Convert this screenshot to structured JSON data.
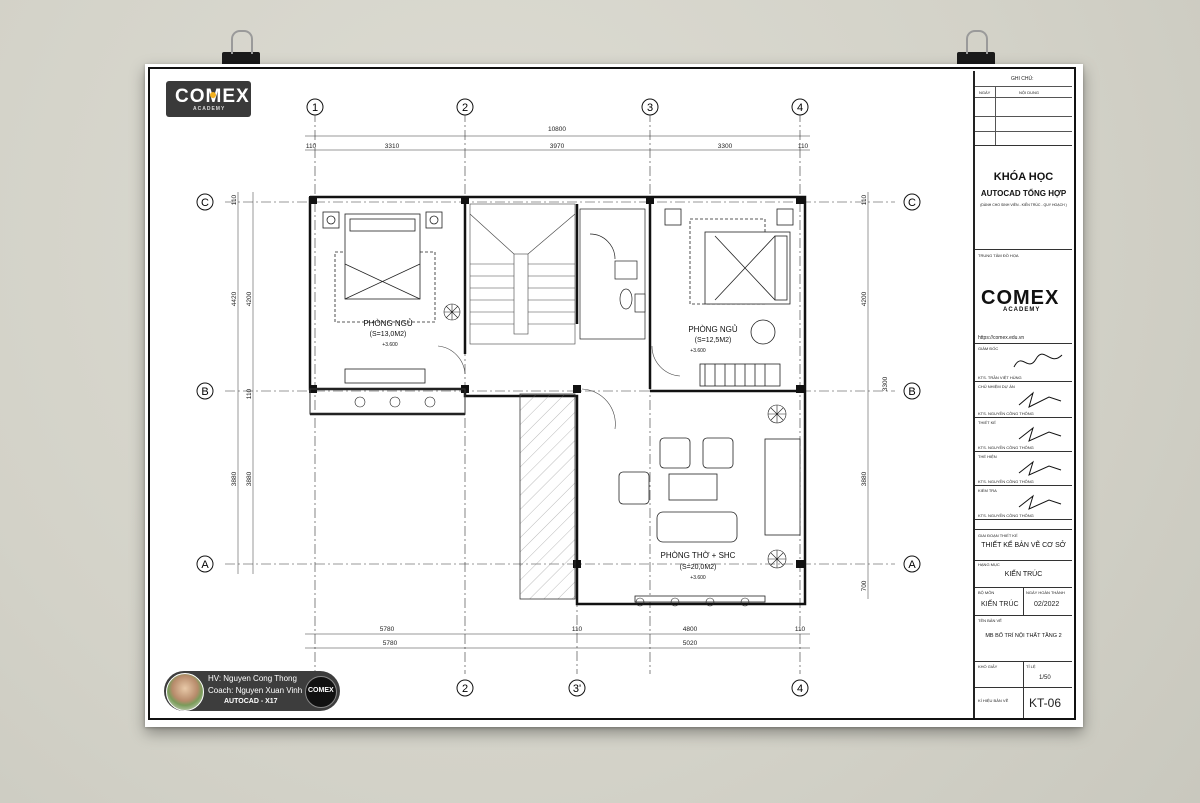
{
  "brand": {
    "logo_text": "COMEX",
    "logo_sub": "ACADEMY"
  },
  "grid": {
    "top_labels": [
      "1",
      "2",
      "3",
      "4"
    ],
    "bottom_labels": [
      "2",
      "3'",
      "4"
    ],
    "side_labels": [
      "C",
      "B",
      "A"
    ]
  },
  "dimensions": {
    "top_total": "10800",
    "top_segments": [
      "110",
      "3310",
      "3970",
      "3300",
      "110"
    ],
    "left_outer": [
      "110",
      "4420",
      "3880"
    ],
    "left_inner": [
      "4200",
      "110",
      "3880"
    ],
    "right_outer": [
      "110",
      "4200",
      "3300",
      "3880",
      "700"
    ],
    "bottom_row1": [
      "5780",
      "110",
      "4800",
      "110"
    ],
    "bottom_row2": [
      "5780",
      "5020"
    ]
  },
  "rooms": [
    {
      "name": "PHÒNG NGỦ",
      "area": "(S=13,0M2)",
      "level": "+3.600"
    },
    {
      "name": "PHÒNG NGỦ",
      "area": "(S=12,5M2)",
      "level": "+3.600"
    },
    {
      "name": "PHÒNG THỜ + SHC",
      "area": "(S=20,0M2)",
      "level": "+3.600"
    }
  ],
  "student_badge": {
    "line1": "HV: Nguyen Cong Thong",
    "line2": "Coach: Nguyen Xuan Vinh",
    "line3": "AUTOCAD - X17"
  },
  "title_block": {
    "notes_heading": "GHI CHÚ:",
    "notes_col_date": "NGÀY",
    "notes_col_content": "NỘI DUNG",
    "course_title": "KHÓA HỌC",
    "course_subtitle": "AUTOCAD TỔNG HỢP",
    "course_tagline": "(DÀNH CHO SINH VIÊN - KIẾN TRÚC - QUY HOẠCH )",
    "center_label": "TRUNG TÂM ĐỒ HỌA",
    "website": "https://comex.edu.vn",
    "director_label": "GIÁM ĐỐC",
    "director_name": "KTS. TRẦN VIỆT HÙNG",
    "project_lead_label": "CHỦ NHIỆM DỰ ÁN",
    "designer_label": "THIẾT KẾ",
    "drafter_label": "THỂ HIỆN",
    "checker_label": "KIỂM TRA",
    "signer_name": "KTS. NGUYỄN CÔNG THÔNG",
    "phase_label": "GIAI ĐOẠN THIẾT KẾ",
    "phase_value": "THIẾT KẾ BẢN VẼ CƠ SỞ",
    "category_label": "HẠNG MỤC",
    "category_value": "KIẾN TRÚC",
    "dept_label": "BỘ MÔN",
    "dept_value": "KIẾN TRÚC",
    "date_label": "NGÀY HOÀN THÀNH",
    "date_value": "02/2022",
    "drawing_name_label": "TÊN BẢN VẼ",
    "drawing_name_value": "MB BỐ TRÍ NỘI THẤT TẦNG 2",
    "paper_label": "KHỔ GIẤY",
    "scale_label": "TỈ LỆ",
    "scale_value": "1/50",
    "sheet_no_label": "KÍ HIỆU BẢN VẼ",
    "sheet_no_value": "KT-06"
  },
  "colors": {
    "sheet": "#ffffff",
    "background": "#d6d5cb",
    "ink": "#1a1a1a",
    "accent": "#f2b01e",
    "logo_bg": "#3a3a3a"
  }
}
